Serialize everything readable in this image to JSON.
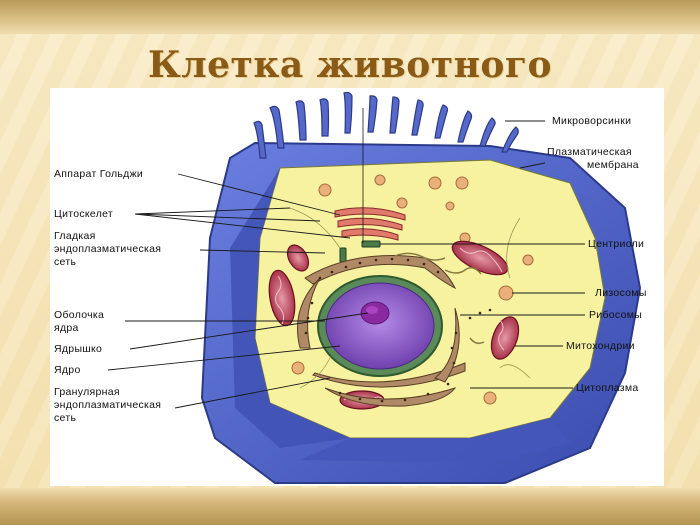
{
  "slide": {
    "title": "Клетка животного"
  },
  "labels": {
    "golgi": "Аппарат Гольджи",
    "cytoskeleton": "Цитоскелет",
    "smooth_er_1": "Гладкая",
    "smooth_er_2": "эндоплазматическая",
    "smooth_er_3": "сеть",
    "envelope_1": "Оболочка",
    "envelope_2": "ядра",
    "nucleolus": "Ядрышко",
    "nucleus": "Ядро",
    "rough_er_1": "Гранулярная",
    "rough_er_2": "эндоплазматическая",
    "rough_er_3": "сеть",
    "microvilli": "Микроворсинки",
    "membrane_1": "Плазматическая",
    "membrane_2": "мембрана",
    "centrioles": "Центриоли",
    "lysosomes": "Лизосомы",
    "ribosomes": "Рибосомы",
    "mitochondria": "Митохондрии",
    "cytoplasm": "Цитоплазма"
  },
  "colors": {
    "membrane_blue": "#4a5fc0",
    "cytoplasm_yellow": "#f6f2a0",
    "nucleus_purple": "#8a58c8",
    "mitochondria_red": "#b5304a",
    "er_brown": "#8a6a4a",
    "title_brown": "#8a5a17"
  }
}
